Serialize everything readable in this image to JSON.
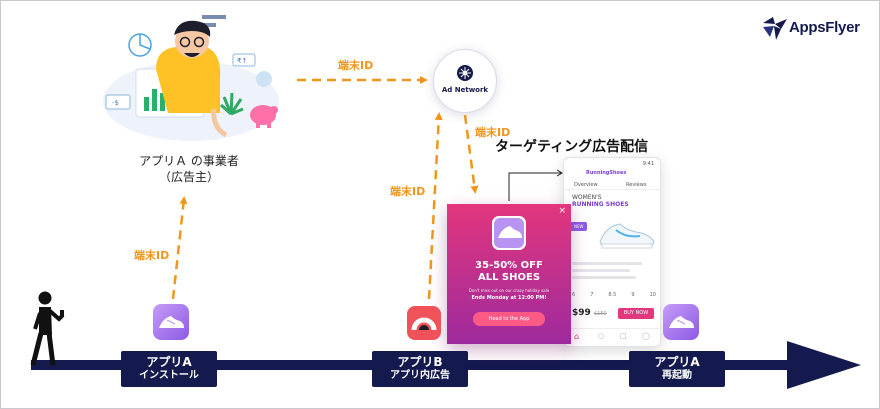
{
  "brand": {
    "name": "AppsFlyer"
  },
  "advertiser": {
    "line1": "アプリＡ の事業者",
    "line2": "（広告主）"
  },
  "ad_network": {
    "label": "Ad Network"
  },
  "device_id_label": "端末ID",
  "targeting": {
    "title": "ターゲティング広告配信"
  },
  "timeline": {
    "stages": [
      {
        "title": "アプリA",
        "subtitle": "インストール"
      },
      {
        "title": "アプリB",
        "subtitle": "アプリ内広告"
      },
      {
        "title": "アプリA",
        "subtitle": "再起動"
      }
    ]
  },
  "ad": {
    "headline1": "35-50% OFF",
    "headline2": "ALL SHOES",
    "body1": "Don't miss out on our crazy holiday sale",
    "body2": "Ends Monday at 12:00 PM!",
    "cta": "Head to the App",
    "close": "×"
  },
  "phone": {
    "time": "9:41",
    "store": "RunningShoes",
    "tab1": "Overview",
    "tab2": "Reviews",
    "hero1": "WOMEN'S",
    "hero2": "RUNNING SHOES",
    "tag": "NEW",
    "sizes": [
      "6",
      "7",
      "8.5",
      "9",
      "10"
    ],
    "price": "$99",
    "old_price": "$150",
    "buy": "BUY NOW"
  },
  "colors": {
    "navy": "#141a4e",
    "orange": "#f0961e",
    "pink": "#e2367d",
    "purple": "#9e2a9d",
    "app_icon": "#9b67ea",
    "app_b": "#f0525a"
  },
  "icons": [
    "person-walking-icon",
    "shoe-app-icon",
    "gauge-app-icon",
    "network-hub-icon",
    "appsflyer-logo-icon",
    "piggy-bank-icon",
    "chart-icon",
    "plant-icon"
  ]
}
